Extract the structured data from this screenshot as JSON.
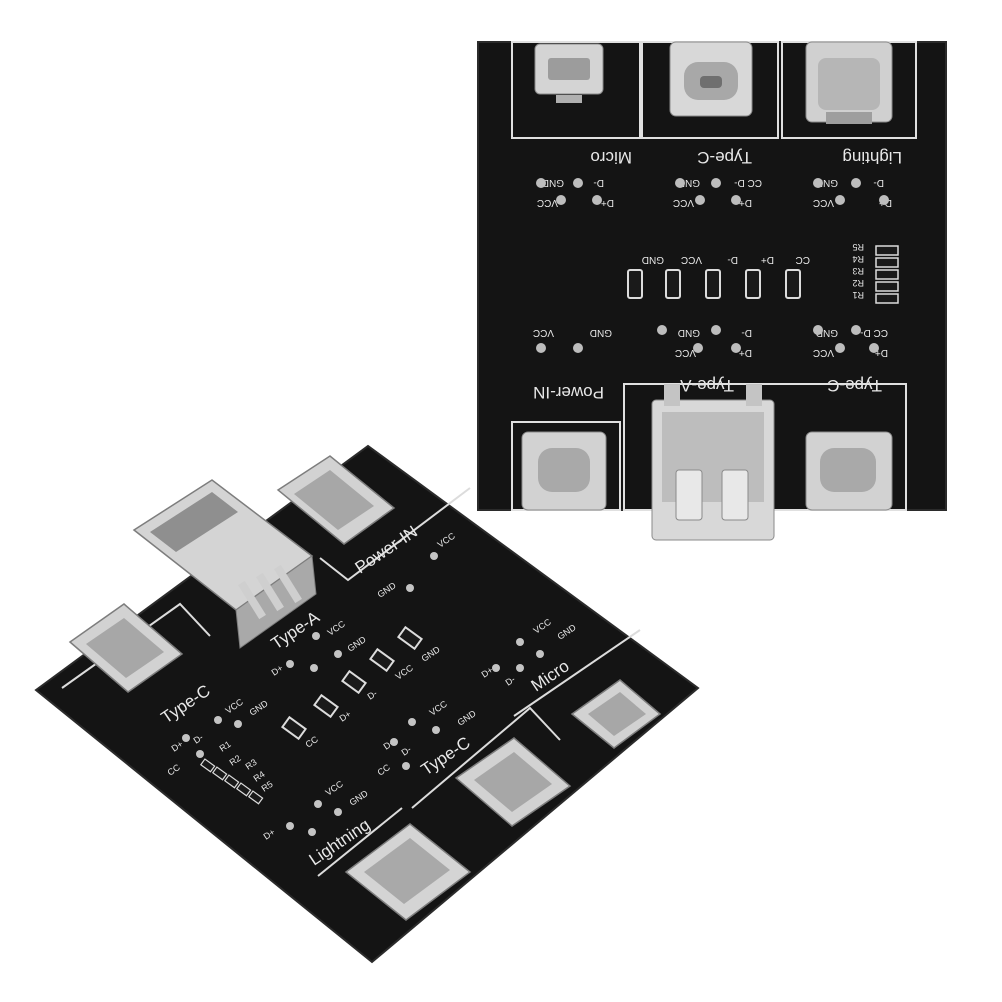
{
  "colors": {
    "background": "#ffffff",
    "pcb": "#141414",
    "pcb_edge": "#2b2b2b",
    "silkscreen": "#e8e8e8",
    "pad": "#bdbdbd",
    "metal": "#cfcfcf"
  },
  "back_board": {
    "top_ports": [
      "Micro",
      "Type-C",
      "Lighting"
    ],
    "bottom_ports": [
      "Power-IN",
      "Type-A",
      "Type-C"
    ],
    "pin_labels": {
      "gnd": "GND",
      "vcc": "VCC",
      "dplus": "D+",
      "dminus": "D-",
      "cc": "CC"
    },
    "cc_dminus": "CC D-",
    "test_pad_labels": [
      "GND",
      "VCC",
      "D-",
      "D+",
      "CC"
    ],
    "resistors": [
      "R5",
      "R4",
      "R3",
      "R2",
      "R1"
    ]
  },
  "front_board": {
    "ports": {
      "power_in": "Power-IN",
      "type_a": "Type-A",
      "type_c_left": "Type-C",
      "type_c_right": "Type-C",
      "micro": "Micro",
      "lightning": "Lightning"
    },
    "pin_labels": {
      "gnd": "GND",
      "vcc": "VCC",
      "dplus": "D+",
      "dminus": "D-",
      "cc": "CC"
    },
    "resistors": [
      "R1",
      "R2",
      "R3",
      "R4",
      "R5"
    ],
    "test_pad_labels": [
      "CC",
      "D+",
      "D-",
      "VCC",
      "GND"
    ]
  }
}
